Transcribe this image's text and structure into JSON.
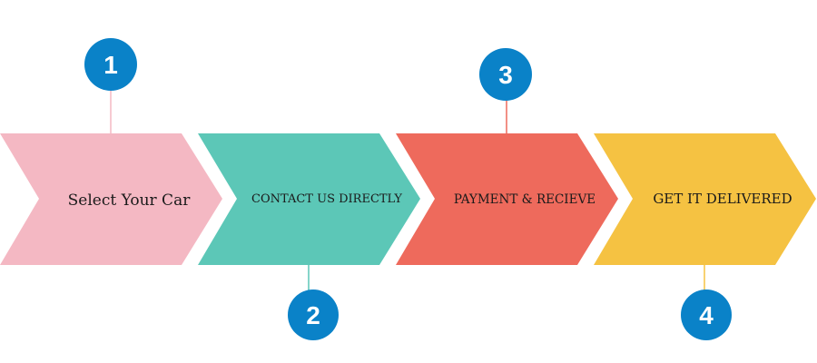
{
  "steps": [
    {
      "number": "1",
      "label": "Select Your Car",
      "color": "#f4b8c3",
      "connector_color": "#f4b8c3",
      "badge_position": "top"
    },
    {
      "number": "2",
      "label": "CONTACT US DIRECTLY",
      "color": "#5cc7b7",
      "connector_color": "#5cc7b7",
      "badge_position": "bottom"
    },
    {
      "number": "3",
      "label": "PAYMENT & RECIEVE",
      "color": "#ee6a5c",
      "connector_color": "#ee6a5c",
      "badge_position": "top"
    },
    {
      "number": "4",
      "label": "GET IT DELIVERED",
      "color": "#f5c242",
      "connector_color": "#f5c242",
      "badge_position": "bottom"
    }
  ],
  "badge_color": "#0a82c8"
}
